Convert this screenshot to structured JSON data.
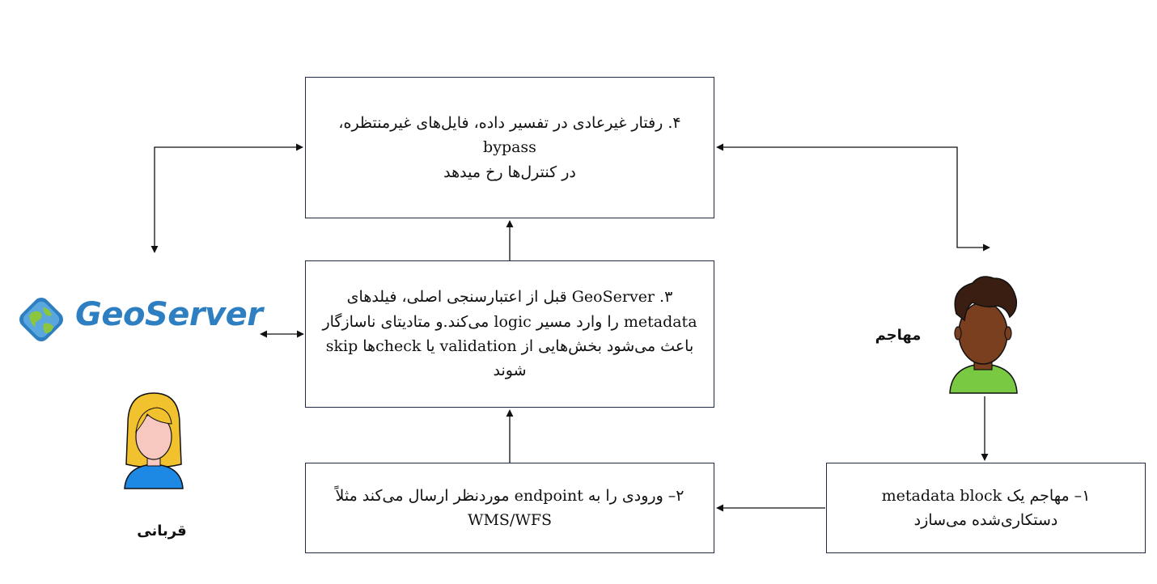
{
  "steps": {
    "step4": {
      "line1": "۴. رفتار غیرعادی در تفسیر داده، فایل‌های غیرمنتظره، bypass",
      "line2": "در کنترل‌ها رخ میدهد"
    },
    "step3": {
      "line1": "۳. GeoServer قبل از اعتبارسنجی اصلی، فیلدهای",
      "line2": "metadata را وارد مسیر logic می‌کند.و متادیتای ناسازگار",
      "line3": "باعث می‌شود بخش‌هایی از validation یا checkها skip",
      "line4": "شوند"
    },
    "step2": {
      "line1": "۲– ورودی را به endpoint موردنظر ارسال می‌کند مثلاً",
      "line2": "WMS/WFS"
    },
    "step1": {
      "line1": "۱– مهاجم یک metadata block",
      "line2": "دستکاری‌شده می‌سازد"
    }
  },
  "actors": {
    "attacker": "مهاجم",
    "victim": "قربانی",
    "logo_text": "GeoServer"
  },
  "icons": {
    "logo": "geoserver-globe-icon",
    "attacker": "attacker-avatar-icon",
    "victim": "victim-avatar-icon"
  },
  "colors": {
    "box_border": "#1f2a44",
    "logo_blue": "#2d7fc1",
    "attacker_shirt": "#7ac943",
    "victim_shirt": "#1e88e5",
    "victim_hair": "#f2c12e"
  }
}
